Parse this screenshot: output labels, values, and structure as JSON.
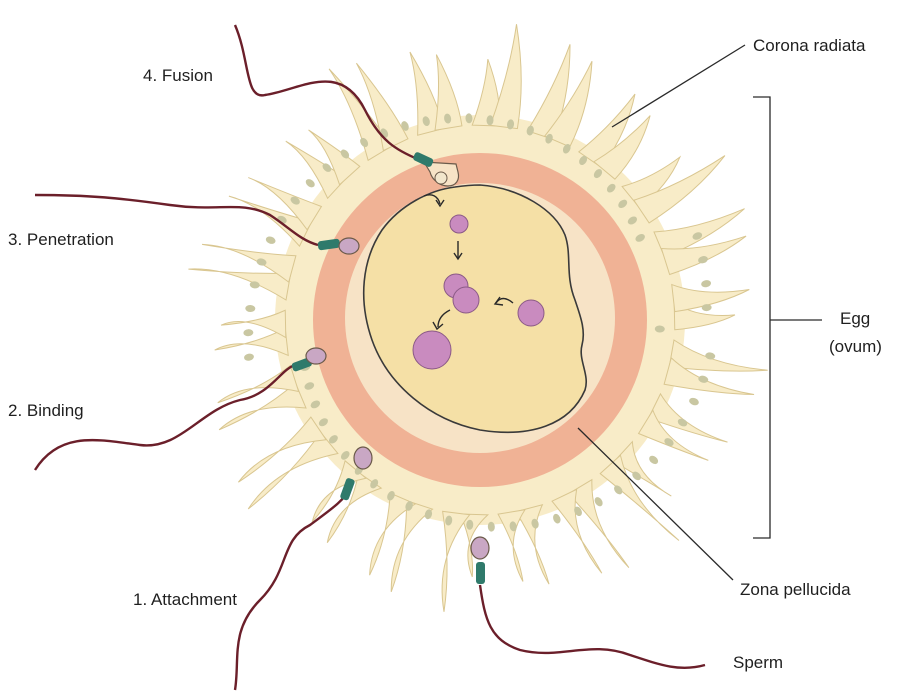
{
  "labels": {
    "fusion": "4. Fusion",
    "penetration": "3. Penetration",
    "binding": "2. Binding",
    "attachment": "1. Attachment",
    "corona": "Corona radiata",
    "egg": "Egg",
    "ovum": "(ovum)",
    "zona": "Zona pellucida",
    "sperm": "Sperm"
  },
  "colors": {
    "corona_fill": "#f8ecc8",
    "corona_stroke": "#d9c690",
    "cell_nucleus": "#c9c7a2",
    "zona": "#f0b295",
    "perivitelline": "#f7e3c6",
    "ooplasm": "#f5e0a6",
    "nucleus": "#c98bbf",
    "tail": "#6b1f2a",
    "midpiece": "#2f7a6b",
    "head": "#c9a7c4",
    "line": "#2a2a2a"
  }
}
